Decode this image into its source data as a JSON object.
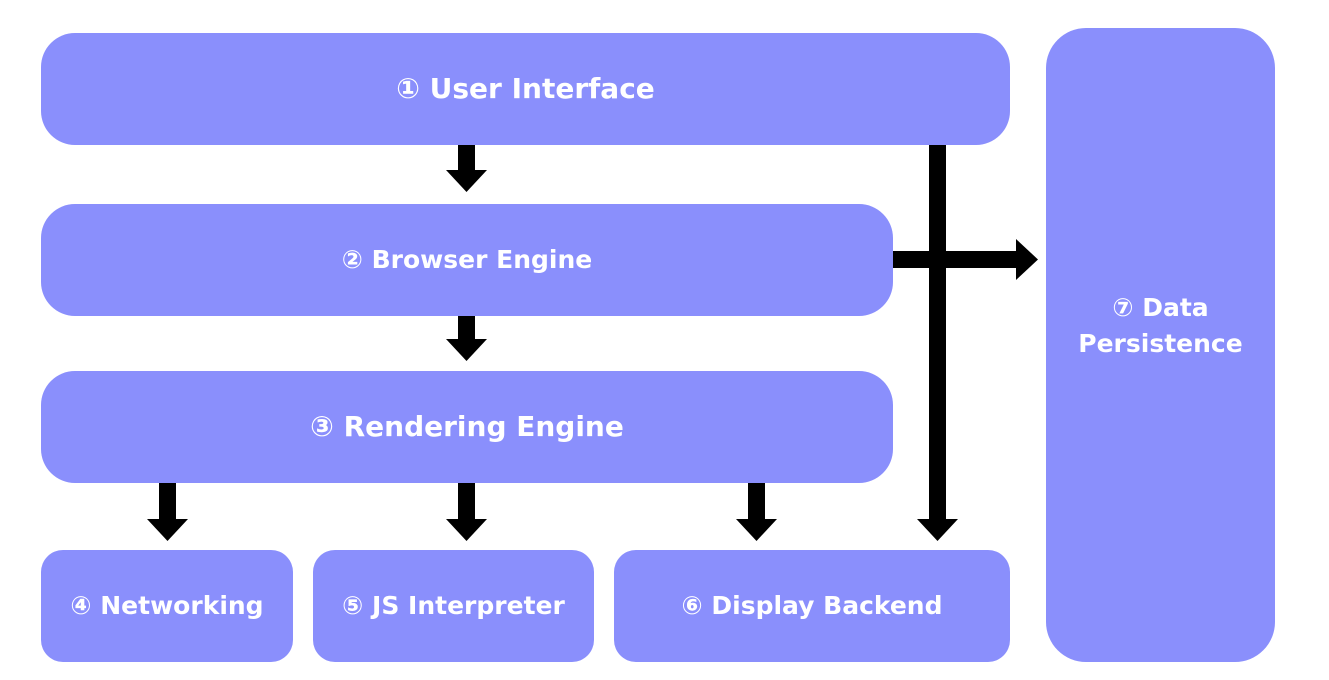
{
  "diagram": {
    "components": {
      "user_interface": "① User Interface",
      "browser_engine": "② Browser Engine",
      "rendering_engine": "③ Rendering Engine",
      "networking": "④ Networking",
      "js_interpreter": "⑤ JS Interpreter",
      "display_backend": "⑥ Display Backend",
      "data_persistence": "⑦ Data Persistence"
    },
    "colors": {
      "box_fill": "#8a8ffc",
      "label_text": "#ffffff",
      "arrow": "#000000"
    }
  }
}
